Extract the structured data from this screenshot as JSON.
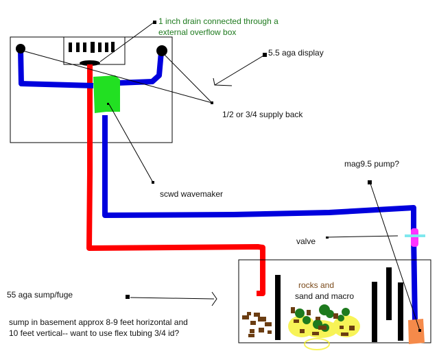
{
  "diagram": {
    "title": "Aquarium plumbing sketch",
    "colors": {
      "drain_pipe": "#ff0000",
      "return_pipe": "#0000dd",
      "wavemaker": "#22e022",
      "valve": "#ff33ff",
      "valve_handle": "#7fe8ee",
      "pump": "#f58a4a",
      "rock": "#6b3d12",
      "sand": "#f5f020",
      "macro": "#1e7a1e",
      "outline": "#000000",
      "green_text": "#1e7a1e",
      "brown_text": "#7a4a1a"
    },
    "labels": {
      "drain_line1": "1 inch drain connected through a",
      "drain_line2": "external overflow box",
      "display": "5.5 aga display",
      "supply_back": "1/2 or 3/4 supply back",
      "wavemaker": "scwd wavemaker",
      "pump": "mag9.5 pump?",
      "valve": "valve",
      "rocks_and": "rocks and",
      "sand_and_macro": "sand and macro",
      "sump": "55 aga sump/fuge",
      "note_line1": "sump in basement approx 8-9 feet horizontal and",
      "note_line2": "10 feet vertical-- want to use flex tubing 3/4 id?"
    }
  }
}
